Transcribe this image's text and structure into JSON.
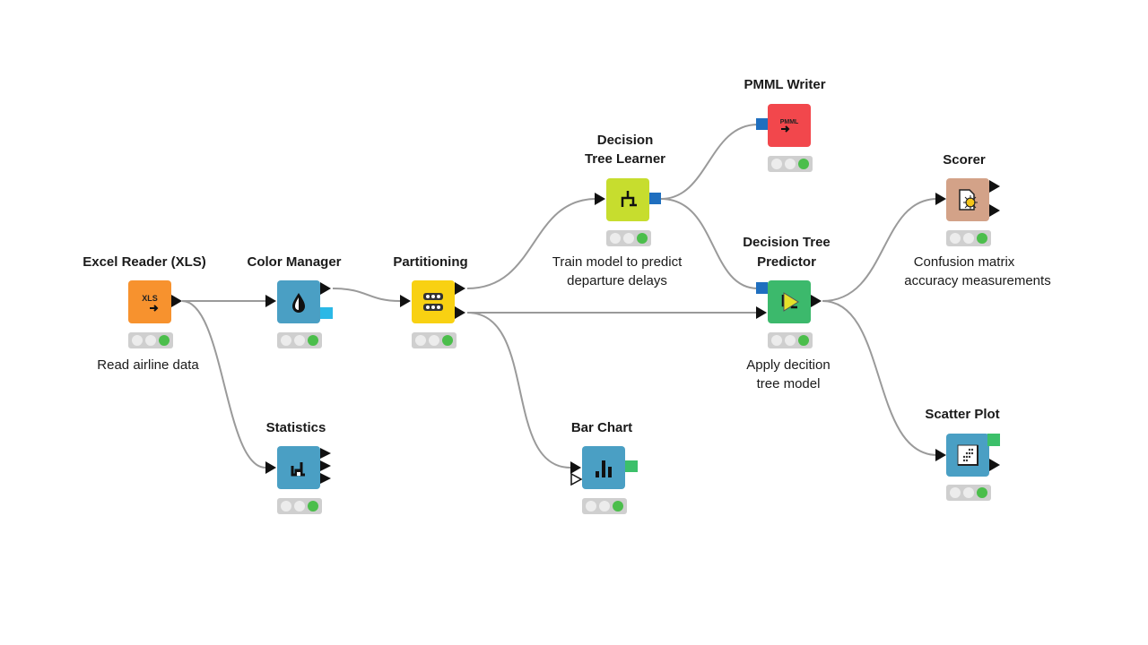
{
  "workflow": {
    "colors": {
      "connection": "#9a9a9a",
      "port_data": "#111111",
      "port_model": "#1f6fbf",
      "port_color": "#2bb8e6",
      "port_view": "#3cc06a",
      "status_green": "#4bbe4b",
      "status_off": "#ececec"
    },
    "nodes": [
      {
        "id": "excel-reader",
        "title": "Excel Reader (XLS)",
        "description": "Read airline data",
        "color": "#f7922e",
        "icon": "xls-reader-icon",
        "icon_text": "XLS",
        "status": "executed"
      },
      {
        "id": "color-manager",
        "title": "Color Manager",
        "description": "",
        "color": "#4a9fc4",
        "icon": "color-drop-icon",
        "status": "executed"
      },
      {
        "id": "statistics",
        "title": "Statistics",
        "description": "",
        "color": "#4a9fc4",
        "icon": "statistics-icon",
        "status": "executed"
      },
      {
        "id": "partitioning",
        "title": "Partitioning",
        "description": "",
        "color": "#f8d112",
        "icon": "partition-icon",
        "status": "executed"
      },
      {
        "id": "decision-tree-learner",
        "title_lines": [
          "Decision",
          "Tree Learner"
        ],
        "description_lines": [
          "Train model to predict",
          "departure delays"
        ],
        "color": "#c7dd2e",
        "icon": "tree-learner-icon",
        "status": "executed"
      },
      {
        "id": "pmml-writer",
        "title": "PMML Writer",
        "description": "",
        "color": "#f2474c",
        "icon": "pmml-writer-icon",
        "icon_text": "PMML",
        "status": "executed"
      },
      {
        "id": "decision-tree-predictor",
        "title_lines": [
          "Decision Tree",
          "Predictor"
        ],
        "description_lines": [
          "Apply decition",
          "tree model"
        ],
        "color": "#3cb96c",
        "icon": "predictor-icon",
        "status": "executed"
      },
      {
        "id": "bar-chart",
        "title": "Bar Chart",
        "description": "",
        "color": "#4a9fc4",
        "icon": "bar-chart-icon",
        "status": "executed"
      },
      {
        "id": "scorer",
        "title": "Scorer",
        "description_lines": [
          "Confusion matrix",
          "accuracy measurements"
        ],
        "color": "#d3a288",
        "icon": "scorer-icon",
        "status": "executed"
      },
      {
        "id": "scatter-plot",
        "title": "Scatter Plot",
        "description": "",
        "color": "#4a9fc4",
        "icon": "scatter-plot-icon",
        "status": "executed"
      }
    ],
    "connections": [
      {
        "from": "excel-reader",
        "to": "color-manager"
      },
      {
        "from": "excel-reader",
        "to": "statistics"
      },
      {
        "from": "color-manager",
        "to": "partitioning"
      },
      {
        "from": "partitioning",
        "to": "decision-tree-learner"
      },
      {
        "from": "partitioning",
        "to": "decision-tree-predictor"
      },
      {
        "from": "partitioning",
        "to": "bar-chart"
      },
      {
        "from": "decision-tree-learner",
        "to": "pmml-writer"
      },
      {
        "from": "decision-tree-learner",
        "to": "decision-tree-predictor"
      },
      {
        "from": "decision-tree-predictor",
        "to": "scorer"
      },
      {
        "from": "decision-tree-predictor",
        "to": "scatter-plot"
      }
    ]
  }
}
